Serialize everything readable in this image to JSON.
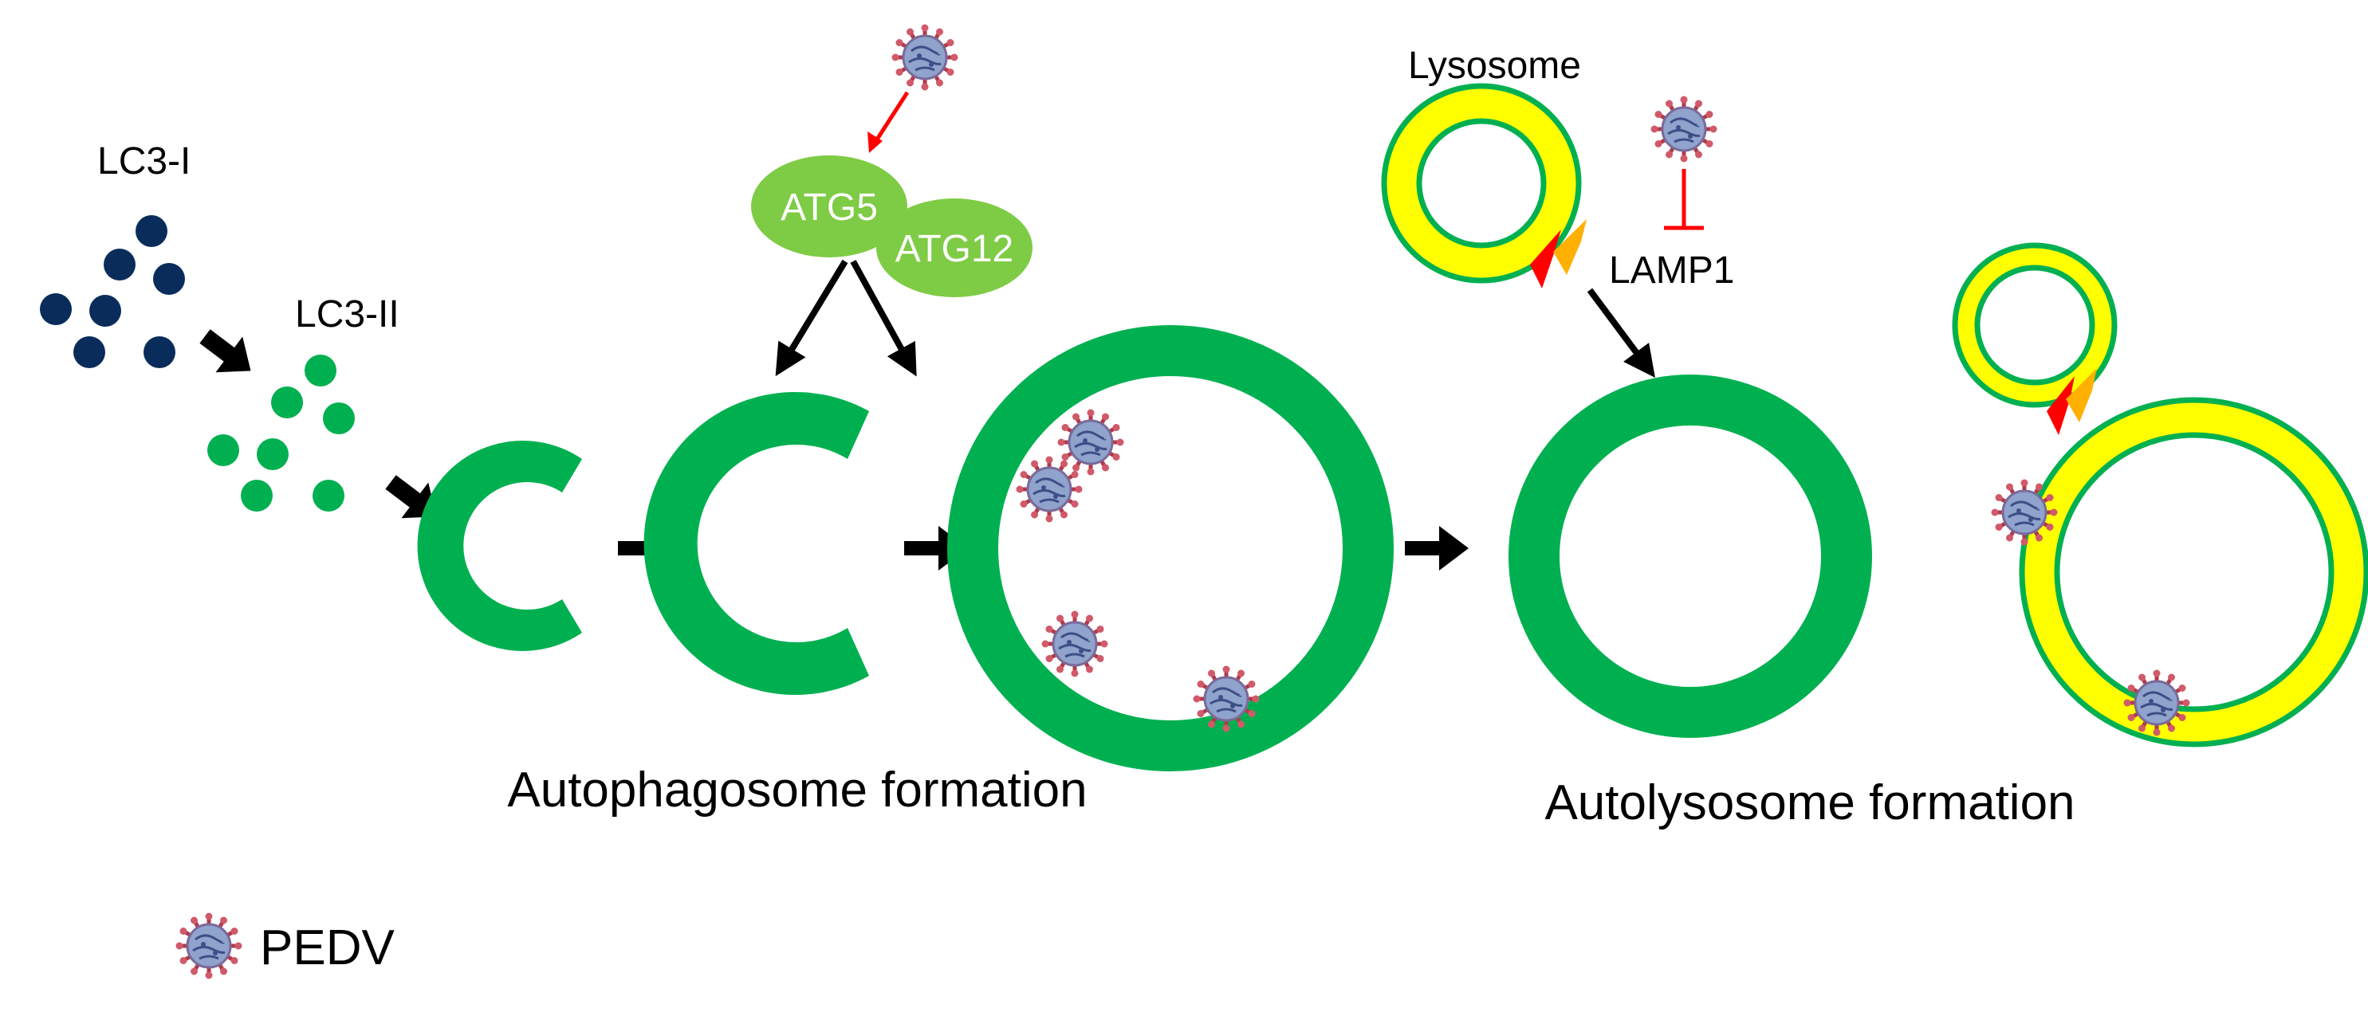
{
  "labels": {
    "lc3_i": "LC3-I",
    "lc3_ii": "LC3-II",
    "atg5": "ATG5",
    "atg12": "ATG12",
    "lysosome": "Lysosome",
    "lamp1": "LAMP1",
    "autophagosome_formation": "Autophagosome formation",
    "autolysosome_formation": "Autolysosome formation",
    "legend_pedv": "PEDV"
  },
  "colors": {
    "lc3_i": "#0a2c5a",
    "lc3_ii": "#00b050",
    "membrane": "#00b050",
    "atg_fill": "#7ecb45",
    "lysosome_fill": "#ffff00",
    "arrow": "#000000",
    "activation": "#ff0000",
    "inhibition": "#ff0000",
    "lamp_red": "#ff0000",
    "lamp_orange": "#ffb000",
    "virus_body": "#8fa3cc",
    "virus_spikes": "#b03a4a"
  },
  "icons": {
    "virus": "pedv-virion-icon"
  }
}
